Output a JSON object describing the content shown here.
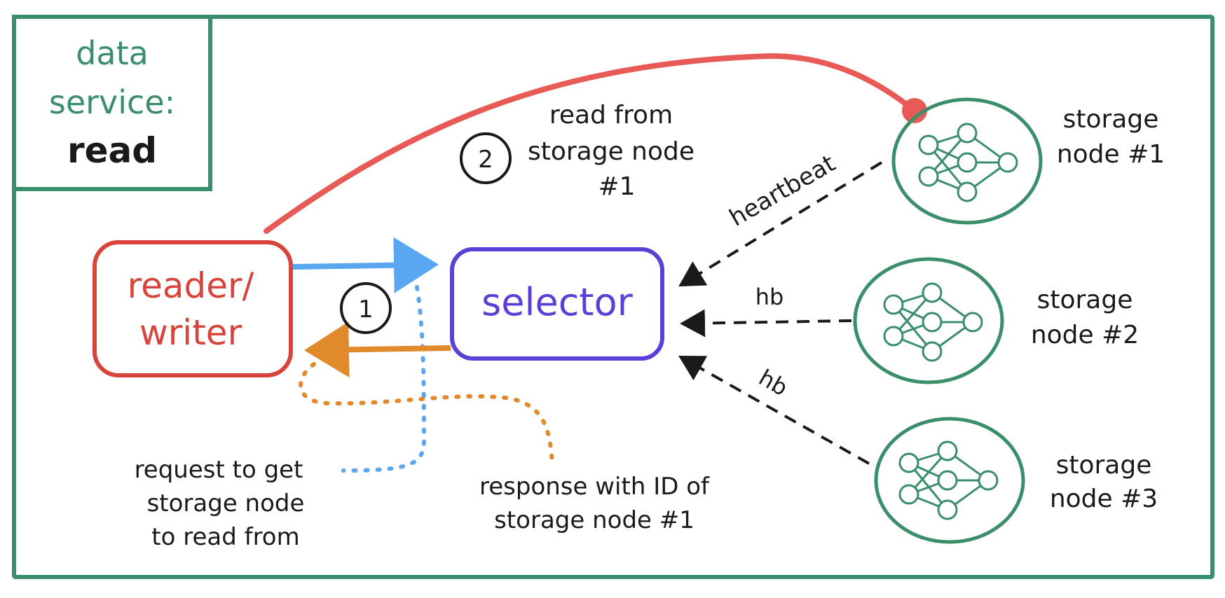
{
  "title_box": {
    "line1": "data",
    "line2": "service:",
    "line3": "read"
  },
  "nodes": {
    "reader_writer": {
      "line1": "reader/",
      "line2": "writer"
    },
    "selector": {
      "label": "selector"
    },
    "storage": [
      {
        "line1": "storage",
        "line2": "node #1"
      },
      {
        "line1": "storage",
        "line2": "node #2"
      },
      {
        "line1": "storage",
        "line2": "node #3"
      }
    ]
  },
  "steps": {
    "step1": "1",
    "step2": "2"
  },
  "annotations": {
    "read_from": [
      "read from",
      "storage node",
      "#1"
    ],
    "heartbeat": "heartbeat",
    "hb2": "hb",
    "hb3": "hb",
    "request": [
      "request to get",
      "storage node",
      "to read from"
    ],
    "response": [
      "response with ID of",
      "storage node #1"
    ]
  },
  "colors": {
    "frame": "#3a8f6a",
    "reader": "#d8443c",
    "selector": "#5b3fd6",
    "request_arrow": "#5aa6f0",
    "response_arrow": "#e08a2c",
    "read_arrow": "#e85a55",
    "heartbeat": "#1a1a1a"
  },
  "icons": {
    "storage_node": "neural-network-icon"
  }
}
